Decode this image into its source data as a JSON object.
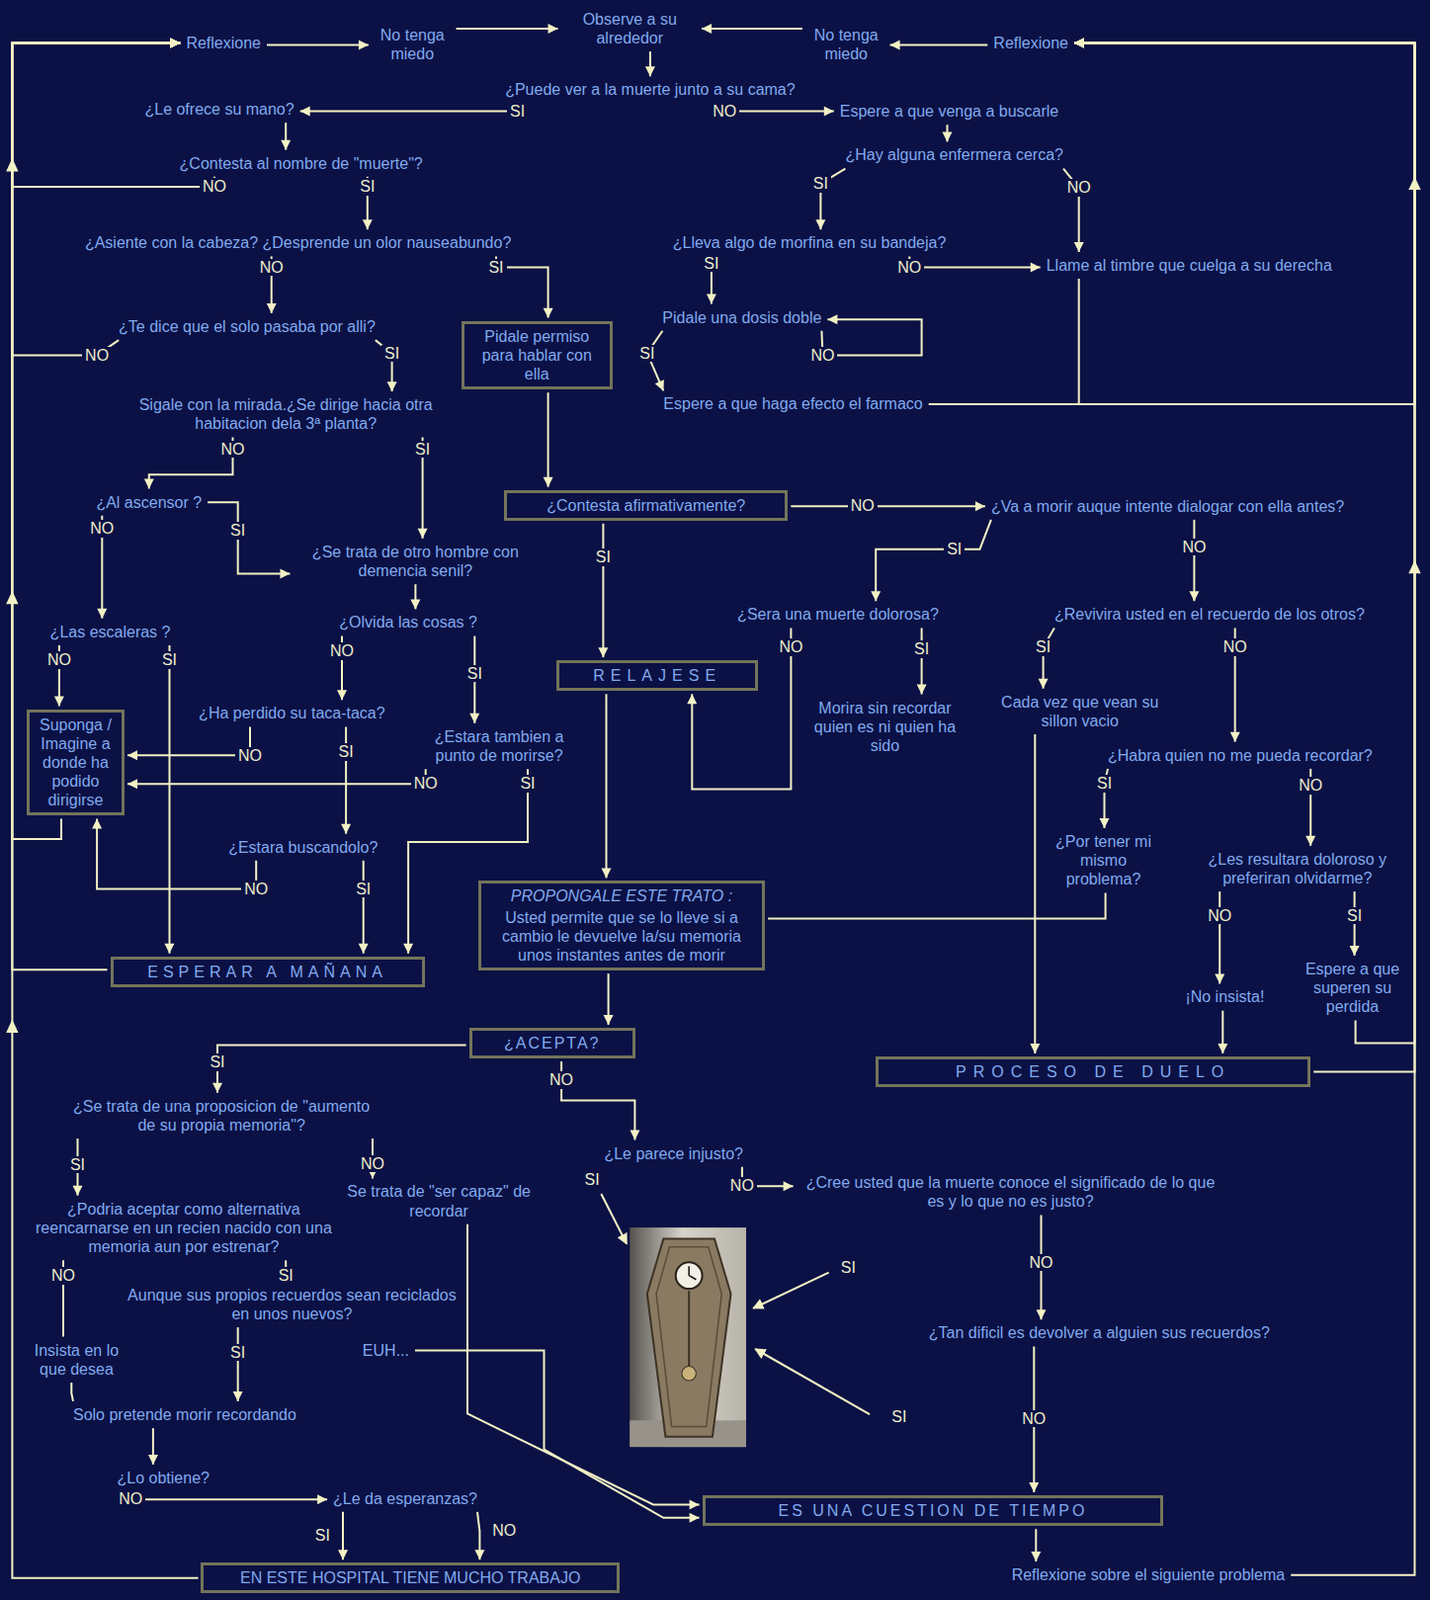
{
  "diagram": {
    "nodes": [
      {
        "text": [
          "Reflexione"
        ]
      },
      {
        "text": [
          "No tenga miedo"
        ]
      },
      {
        "text": [
          "Observe a su alrededor"
        ]
      },
      {
        "text": [
          "No tenga miedo"
        ]
      },
      {
        "text": [
          "Reflexione"
        ]
      },
      {
        "text": [
          "¿Puede ver a la muerte junto a su cama?"
        ]
      },
      {
        "text": [
          "¿Le ofrece su mano?"
        ]
      },
      {
        "text": [
          "Espere a que venga a buscarle"
        ]
      },
      {
        "text": [
          "¿Contesta al nombre de \"muerte\"?"
        ]
      },
      {
        "text": [
          "¿Hay alguna enfermera cerca?"
        ]
      },
      {
        "text": [
          "¿Asiente con la cabeza? ¿Desprende un olor nauseabundo?"
        ]
      },
      {
        "text": [
          "¿Lleva algo de morfina en su bandeja?"
        ]
      },
      {
        "text": [
          "Llame al timbre que cuelga a su derecha"
        ]
      },
      {
        "text": [
          "Pidale permiso para hablar con ella"
        ]
      },
      {
        "text": [
          "¿Te dice que el solo pasaba por alli?"
        ]
      },
      {
        "text": [
          "Pidale una dosis doble"
        ]
      },
      {
        "text": [
          "Espere a que haga efecto el farmaco"
        ]
      },
      {
        "text": [
          "Sigale con la mirada.¿Se dirige hacia otra habitacion dela 3ª planta?"
        ]
      },
      {
        "text": [
          "¿Contesta afirmativamente?"
        ]
      },
      {
        "text": [
          "¿Va a morir auque intente dialogar con ella antes?"
        ]
      },
      {
        "text": [
          "¿Al ascensor ?"
        ]
      },
      {
        "text": [
          "¿Se trata de otro hombre con demencia senil?"
        ]
      },
      {
        "text": [
          "¿Sera una muerte dolorosa?"
        ]
      },
      {
        "text": [
          "¿Revivira usted en el recuerdo de los otros?"
        ]
      },
      {
        "text": [
          "¿Las escaleras ?"
        ]
      },
      {
        "text": [
          "¿Olvida las cosas ?"
        ]
      },
      {
        "text": [
          "RELAJESE"
        ]
      },
      {
        "text": [
          "Suponga / Imagine a donde ha podido dirigirse"
        ]
      },
      {
        "text": [
          "¿Ha perdido su taca-taca?"
        ]
      },
      {
        "text": [
          "Morira sin recordar quien es ni quien ha sido"
        ]
      },
      {
        "text": [
          "Cada vez que vean su sillon vacio"
        ]
      },
      {
        "text": [
          "¿Estara tambien a punto de morirse?"
        ]
      },
      {
        "text": [
          "¿Habra quien no me pueda recordar?"
        ]
      },
      {
        "text": [
          "¿Estara buscandolo?"
        ]
      },
      {
        "text": [
          "¿Por tener mi mismo problema?"
        ]
      },
      {
        "text": [
          "¿Les resultara doloroso y preferiran olvidarme?"
        ]
      },
      {
        "text": [
          "PROPONGALE ESTE TRATO :",
          "Usted permite que se lo lleve si a cambio le devuelve la/su memoria unos instantes antes de morir"
        ]
      },
      {
        "text": [
          "ESPERAR A MAÑANA"
        ]
      },
      {
        "text": [
          "¡No insista!"
        ]
      },
      {
        "text": [
          "Espere a que superen su perdida"
        ]
      },
      {
        "text": [
          "¿ACEPTA?"
        ]
      },
      {
        "text": [
          "PROCESO DE DUELO"
        ]
      },
      {
        "text": [
          "¿Se trata de una proposicion de \"aumento de su propia memoria\"?"
        ]
      },
      {
        "text": [
          "¿Le parece injusto?"
        ]
      },
      {
        "text": [
          "Se trata de \"ser capaz\" de recordar"
        ]
      },
      {
        "text": [
          "¿Cree usted que la muerte conoce el significado de lo que es y lo que no es justo?"
        ]
      },
      {
        "text": [
          "¿Podria aceptar como alternativa reencarnarse en un recien nacido con una memoria aun por estrenar?"
        ]
      },
      {
        "text": [
          "Aunque sus propios recuerdos sean reciclados en unos nuevos?"
        ]
      },
      {
        "text": [
          "Insista en lo que desea"
        ]
      },
      {
        "text": [
          "EUH..."
        ]
      },
      {
        "text": [
          "¿Tan dificil es devolver a alguien sus recuerdos?"
        ]
      },
      {
        "text": [
          "Solo pretende morir recordando"
        ]
      },
      {
        "text": [
          "¿Lo obtiene?"
        ]
      },
      {
        "text": [
          "¿Le da esperanzas?"
        ]
      },
      {
        "text": [
          "ES UNA CUESTION DE TIEMPO"
        ]
      },
      {
        "text": [
          "EN ESTE HOSPITAL TIENE MUCHO TRABAJO"
        ]
      },
      {
        "text": [
          "Reflexione sobre el siguiente problema"
        ]
      }
    ],
    "edges": [
      {
        "from": 0,
        "to": 1,
        "arrow": "to"
      },
      {
        "from": 1,
        "to": 2,
        "arrow": "to"
      },
      {
        "from": 3,
        "to": 2,
        "arrow": "to"
      },
      {
        "from": 4,
        "to": 3,
        "arrow": "to"
      },
      {
        "from": 2,
        "to": 5,
        "arrow": "to"
      },
      {
        "from": 5,
        "to": 6,
        "label": "SI",
        "arrow": "to"
      },
      {
        "from": 5,
        "to": 7,
        "label": "NO",
        "arrow": "to"
      },
      {
        "from": 6,
        "to": 8,
        "arrow": "to"
      },
      {
        "from": 8,
        "to": 0,
        "label": "NO",
        "arrow": "to"
      },
      {
        "from": 8,
        "to": 10,
        "label": "SI",
        "arrow": "to"
      },
      {
        "from": 7,
        "to": 9,
        "arrow": "to"
      },
      {
        "from": 9,
        "to": 11,
        "label": "SI",
        "arrow": "to"
      },
      {
        "from": 9,
        "to": 12,
        "label": "NO",
        "arrow": "to"
      },
      {
        "from": 10,
        "to": 14,
        "label": "NO",
        "arrow": "to"
      },
      {
        "from": 10,
        "to": 13,
        "label": "SI",
        "arrow": "to"
      },
      {
        "from": 11,
        "to": 15,
        "label": "SI",
        "arrow": "to"
      },
      {
        "from": 11,
        "to": 12,
        "label": "NO",
        "arrow": "to"
      },
      {
        "from": 15,
        "to": 15,
        "label": "NO",
        "arrow": "to"
      },
      {
        "from": 15,
        "to": 16,
        "label": "SI",
        "arrow": "to"
      },
      {
        "from": 16,
        "to": 4,
        "arrow": "to"
      },
      {
        "from": 12,
        "to": 4,
        "arrow": "to"
      },
      {
        "from": 14,
        "to": 0,
        "label": "NO",
        "arrow": "to"
      },
      {
        "from": 14,
        "to": 17,
        "label": "SI",
        "arrow": "to"
      },
      {
        "from": 13,
        "to": 18,
        "arrow": "to"
      },
      {
        "from": 17,
        "to": 20,
        "label": "NO",
        "arrow": "to"
      },
      {
        "from": 17,
        "to": 21,
        "label": "SI",
        "arrow": "to"
      },
      {
        "from": 18,
        "to": 19,
        "label": "NO",
        "arrow": "to"
      },
      {
        "from": 18,
        "to": 26,
        "label": "SI",
        "arrow": "to"
      },
      {
        "from": 20,
        "to": 24,
        "label": "NO",
        "arrow": "to"
      },
      {
        "from": 20,
        "to": 21,
        "label": "SI",
        "arrow": "to"
      },
      {
        "from": 21,
        "to": 25,
        "arrow": "to"
      },
      {
        "from": 19,
        "to": 22,
        "label": "SI",
        "arrow": "to"
      },
      {
        "from": 19,
        "to": 23,
        "label": "NO",
        "arrow": "to"
      },
      {
        "from": 24,
        "to": 27,
        "label": "NO",
        "arrow": "to"
      },
      {
        "from": 24,
        "to": 37,
        "label": "SI",
        "arrow": "to"
      },
      {
        "from": 25,
        "to": 28,
        "label": "NO",
        "arrow": "to"
      },
      {
        "from": 25,
        "to": 31,
        "label": "SI",
        "arrow": "to"
      },
      {
        "from": 22,
        "to": 26,
        "label": "NO",
        "arrow": "to"
      },
      {
        "from": 22,
        "to": 29,
        "label": "SI",
        "arrow": "to"
      },
      {
        "from": 23,
        "to": 30,
        "label": "SI",
        "arrow": "to"
      },
      {
        "from": 23,
        "to": 32,
        "label": "NO",
        "arrow": "to"
      },
      {
        "from": 26,
        "to": 36,
        "arrow": "to"
      },
      {
        "from": 27,
        "to": 0,
        "arrow": "to"
      },
      {
        "from": 28,
        "to": 27,
        "label": "NO",
        "arrow": "to"
      },
      {
        "from": 28,
        "to": 33,
        "label": "SI",
        "arrow": "to"
      },
      {
        "from": 31,
        "to": 27,
        "label": "NO",
        "arrow": "to"
      },
      {
        "from": 31,
        "to": 37,
        "label": "SI",
        "arrow": "to"
      },
      {
        "from": 33,
        "to": 27,
        "label": "NO",
        "arrow": "to"
      },
      {
        "from": 33,
        "to": 37,
        "label": "SI",
        "arrow": "to"
      },
      {
        "from": 37,
        "to": 0,
        "arrow": "to"
      },
      {
        "from": 30,
        "to": 41,
        "arrow": "to"
      },
      {
        "from": 32,
        "to": 34,
        "label": "SI",
        "arrow": "to"
      },
      {
        "from": 32,
        "to": 35,
        "label": "NO",
        "arrow": "to"
      },
      {
        "from": 34,
        "to": 36,
        "arrow": "none"
      },
      {
        "from": 35,
        "to": 38,
        "label": "NO",
        "arrow": "to"
      },
      {
        "from": 35,
        "to": 39,
        "label": "SI",
        "arrow": "to"
      },
      {
        "from": 38,
        "to": 41,
        "arrow": "to"
      },
      {
        "from": 39,
        "to": 4,
        "arrow": "to"
      },
      {
        "from": 41,
        "to": 4,
        "arrow": "to"
      },
      {
        "from": 36,
        "to": 40,
        "arrow": "to"
      },
      {
        "from": 40,
        "to": 42,
        "label": "SI",
        "arrow": "to"
      },
      {
        "from": 40,
        "to": 43,
        "label": "NO",
        "arrow": "to"
      },
      {
        "from": 42,
        "to": 46,
        "label": "SI",
        "arrow": "to"
      },
      {
        "from": 42,
        "to": 44,
        "label": "NO",
        "arrow": "to"
      },
      {
        "from": 43,
        "to": 45,
        "label": "NO",
        "arrow": "to"
      },
      {
        "from": 45,
        "to": 50,
        "label": "NO",
        "arrow": "to"
      },
      {
        "from": 50,
        "to": 54,
        "label": "NO",
        "arrow": "to"
      },
      {
        "from": 44,
        "to": 54,
        "arrow": "to"
      },
      {
        "from": 49,
        "to": 54,
        "arrow": "to"
      },
      {
        "from": 46,
        "to": 48,
        "label": "NO",
        "arrow": "none"
      },
      {
        "from": 46,
        "to": 47,
        "label": "SI",
        "arrow": "none"
      },
      {
        "from": 47,
        "to": 51,
        "label": "SI",
        "arrow": "to"
      },
      {
        "from": 48,
        "to": 51,
        "arrow": "none"
      },
      {
        "from": 51,
        "to": 52,
        "arrow": "to"
      },
      {
        "from": 52,
        "to": 53,
        "label": "NO",
        "arrow": "to"
      },
      {
        "from": 53,
        "to": 55,
        "label": "SI",
        "arrow": "to"
      },
      {
        "from": 53,
        "to": 55,
        "label": "NO",
        "arrow": "to"
      },
      {
        "from": 55,
        "to": 0,
        "arrow": "to"
      },
      {
        "from": 54,
        "to": 56,
        "arrow": "to"
      },
      {
        "from": 56,
        "to": 4,
        "arrow": "to"
      }
    ],
    "labels": [
      "SI",
      "SI",
      "SI"
    ]
  }
}
